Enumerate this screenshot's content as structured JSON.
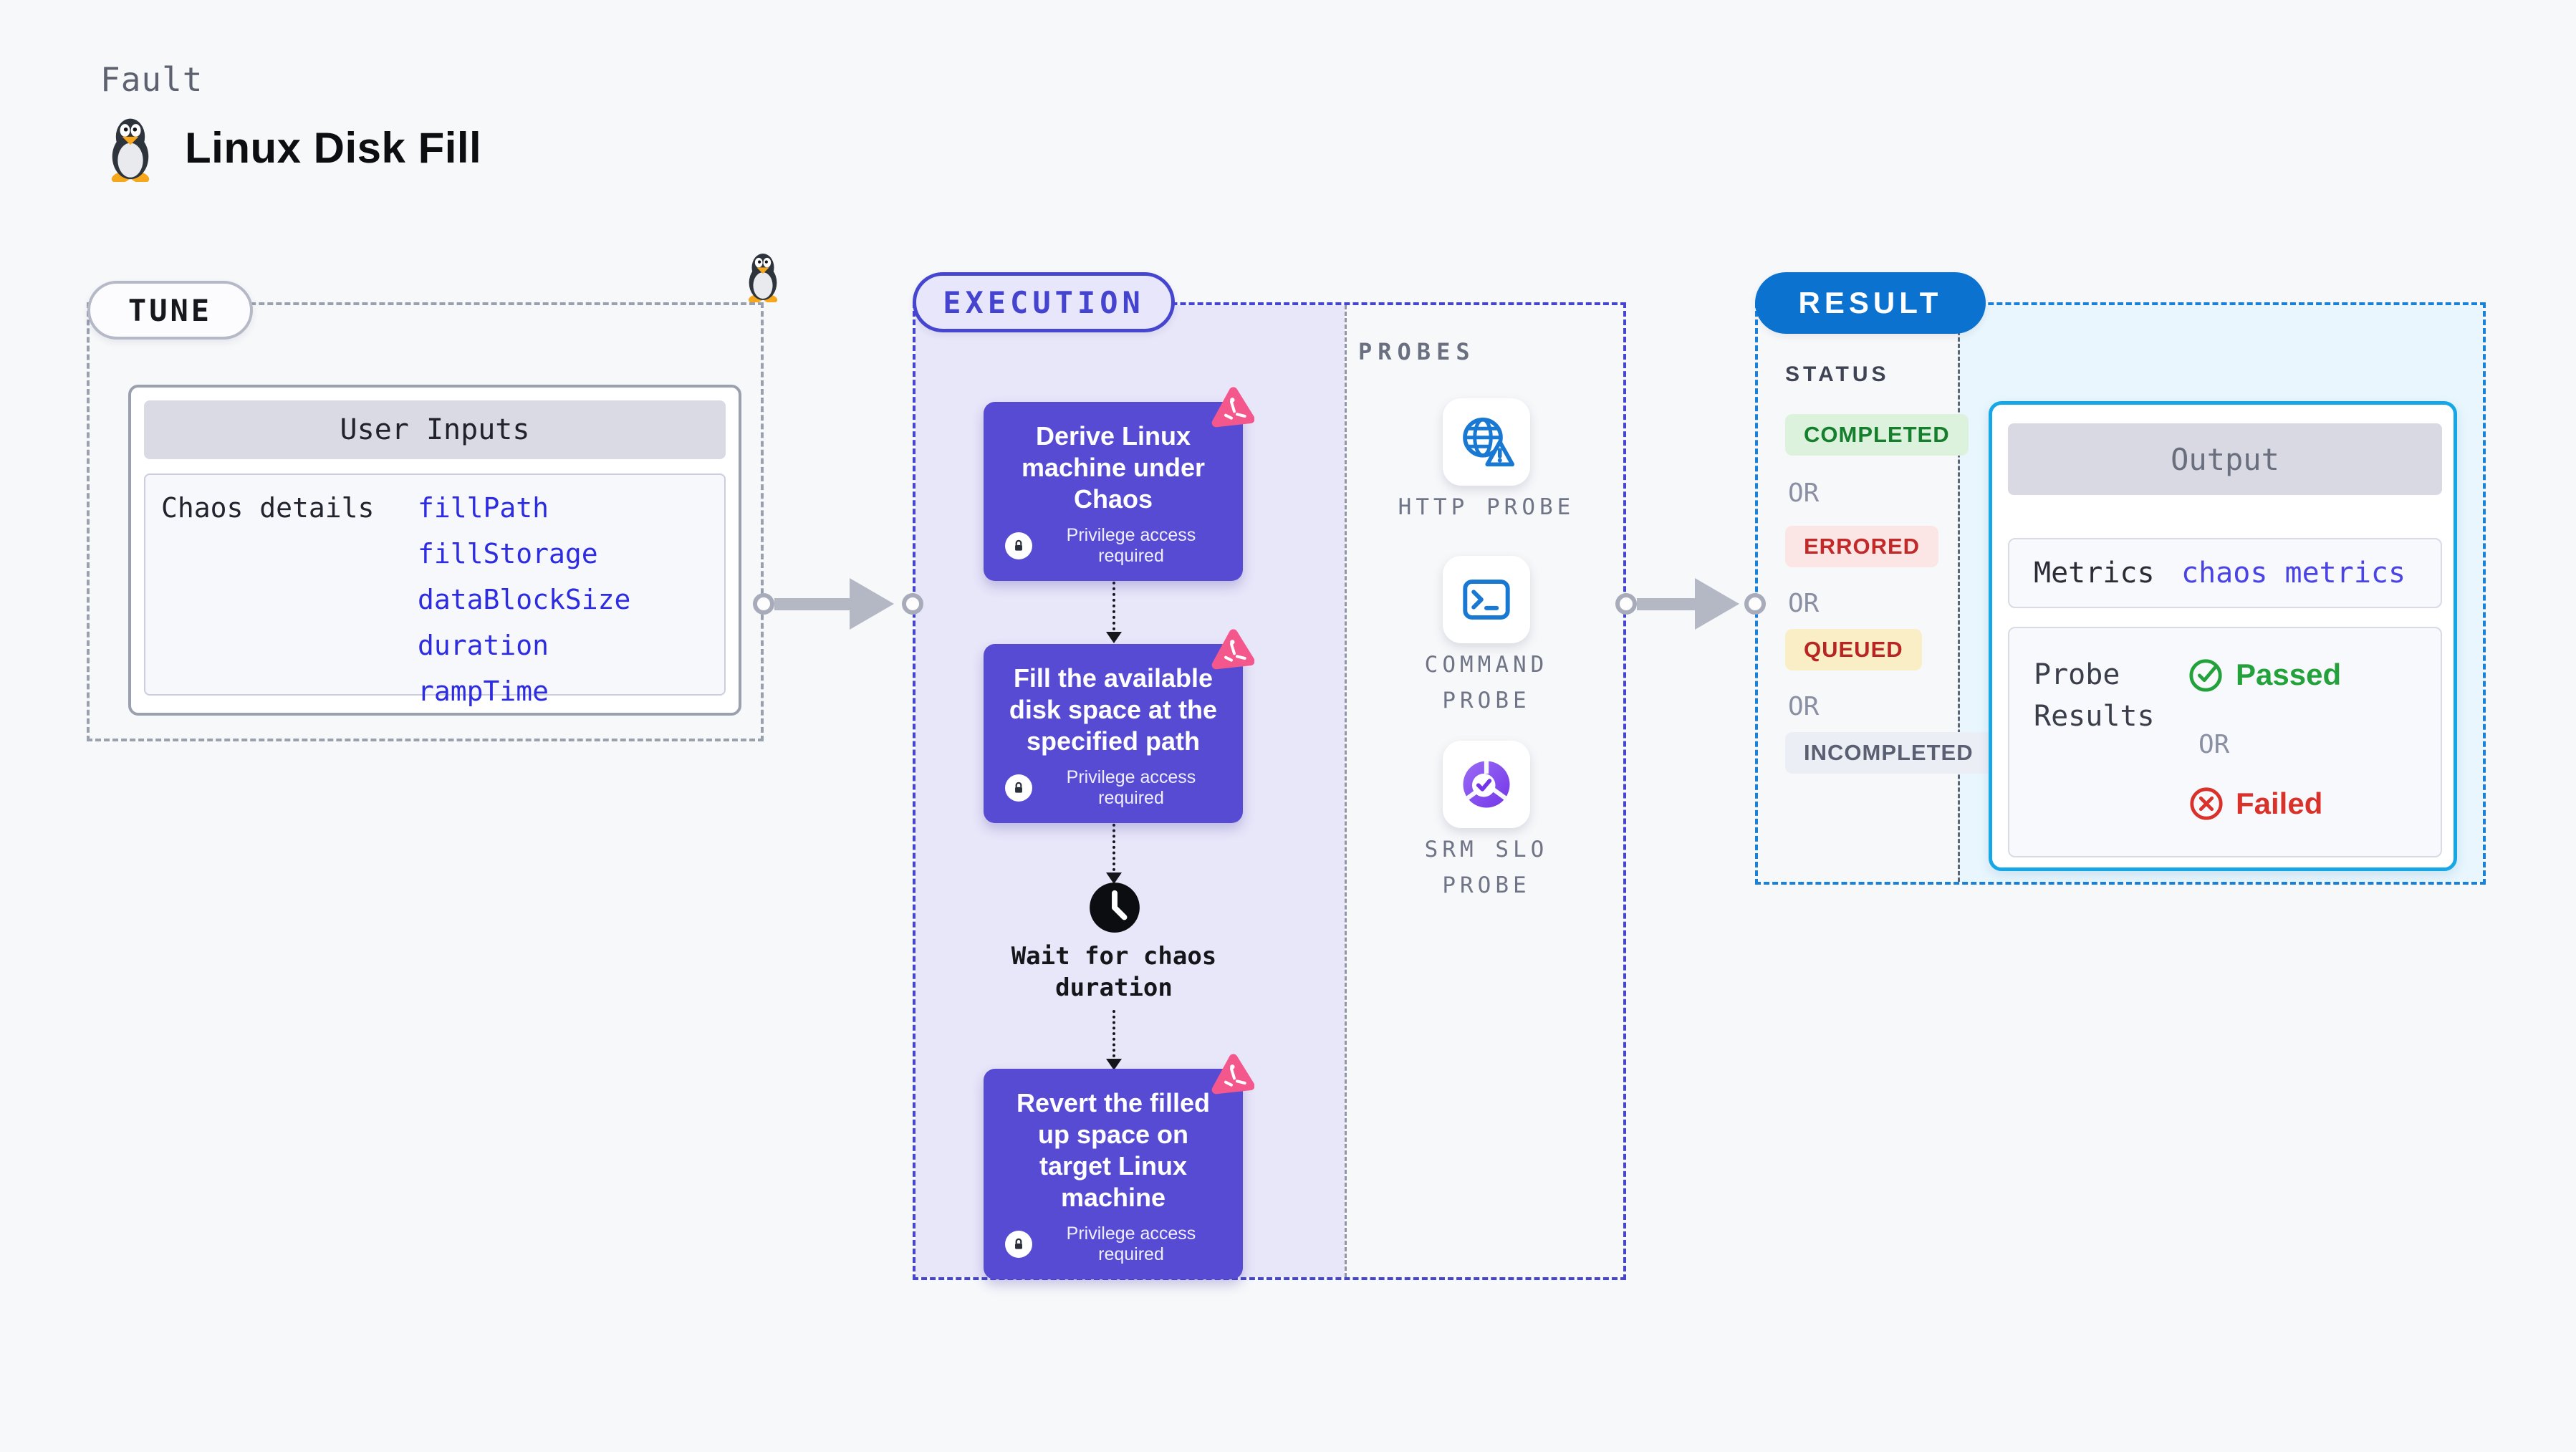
{
  "page": {
    "kind_label": "Fault",
    "title": "Linux Disk Fill"
  },
  "tune": {
    "label": "TUNE",
    "card_header": "User Inputs",
    "row_label": "Chaos details",
    "params": [
      "fillPath",
      "fillStorage",
      "dataBlockSize",
      "duration",
      "rampTime"
    ]
  },
  "execution": {
    "label": "EXECUTION",
    "nodes": [
      {
        "title": "Derive Linux machine under Chaos",
        "badge": "Privilege access required"
      },
      {
        "title": "Fill the available disk space at the specified path",
        "badge": "Privilege access required"
      },
      {
        "title": "Revert the filled up space on target Linux machine",
        "badge": "Privilege access required"
      }
    ],
    "wait_label": "Wait for chaos duration"
  },
  "probes": {
    "label": "PROBES",
    "items": [
      {
        "name": "HTTP PROBE",
        "icon": "globe-alert-icon"
      },
      {
        "name": "COMMAND PROBE",
        "icon": "terminal-icon"
      },
      {
        "name": "SRM SLO PROBE",
        "icon": "slo-donut-icon"
      }
    ]
  },
  "result": {
    "label": "RESULT",
    "status_header": "STATUS",
    "or_label": "OR",
    "statuses": [
      {
        "label": "COMPLETED",
        "type": "completed"
      },
      {
        "label": "ERRORED",
        "type": "errored"
      },
      {
        "label": "QUEUED",
        "type": "queued"
      },
      {
        "label": "INCOMPLETED",
        "type": "incompleted"
      }
    ],
    "output": {
      "header": "Output",
      "metrics_label": "Metrics",
      "metrics_value": "chaos metrics",
      "probe_results_label": "Probe Results",
      "passed": "Passed",
      "failed": "Failed"
    }
  },
  "colors": {
    "page_bg": "#f7f8fa",
    "node_purple": "#574bd3",
    "execution_indigo": "#4645d0",
    "execution_fill": "#e8e6f9",
    "result_blue": "#0b72d0",
    "result_dash_blue": "#1a81d8",
    "result_fill": "#e9f6fd",
    "output_border": "#17a6e6",
    "chaos_pink": "#f4578c",
    "passed_green": "#23a13a",
    "failed_red": "#d8322b",
    "link_indigo": "#4a44e4",
    "param_blue": "#2e2ce0",
    "probe_icon_blue": "#1878d2"
  }
}
